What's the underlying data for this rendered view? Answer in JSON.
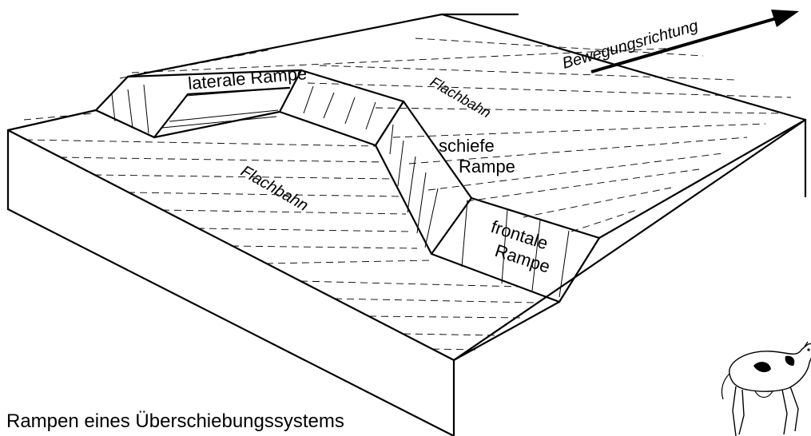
{
  "labels": {
    "lateral_ramp": "laterale Rampe",
    "flat_upper": "Flachbahn",
    "flat_lower": "Flachbahn",
    "oblique_ramp_line1": "schiefe",
    "oblique_ramp_line2": "Rampe",
    "frontal_ramp_line1": "frontale",
    "frontal_ramp_line2": "Rampe",
    "motion_direction": "Bewegungsrichtung"
  },
  "caption": "Rampen eines Überschiebungssystems",
  "mascot_icon": "cow-icon"
}
